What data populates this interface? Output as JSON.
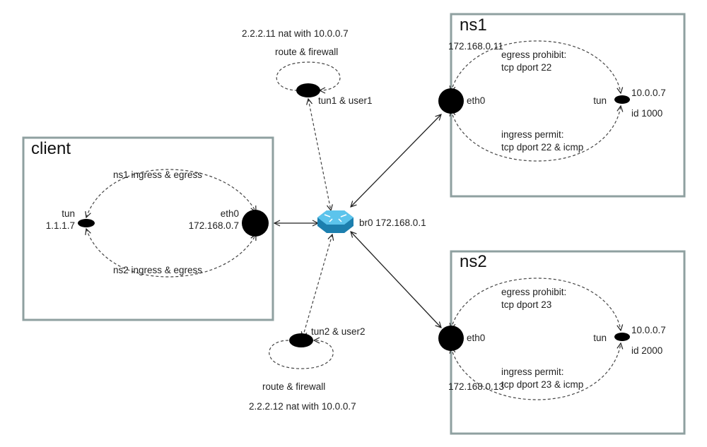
{
  "boxes": {
    "client": {
      "title": "client"
    },
    "ns1": {
      "title": "ns1"
    },
    "ns2": {
      "title": "ns2"
    }
  },
  "client": {
    "tun_label": "tun",
    "tun_ip": "1.1.1.7",
    "eth0_label": "eth0",
    "eth0_ip": "172.168.0.7",
    "loop_top": "ns1 ingress & egress",
    "loop_bottom": "ns2 ingress & egress"
  },
  "bridge": {
    "label": "br0 172.168.0.1"
  },
  "tun1": {
    "nat": "2.2.2.11 nat with 10.0.0.7",
    "route": "route & firewall",
    "name": "tun1 & user1"
  },
  "tun2": {
    "name": "tun2 & user2",
    "route": "route & firewall",
    "nat": "2.2.2.12 nat with 10.0.0.7"
  },
  "ns1": {
    "eth0_label": "eth0",
    "eth0_ip": "172.168.0.11",
    "egress_1": "egress prohibit:",
    "egress_2": "tcp dport 22",
    "ingress_1": "ingress permit:",
    "ingress_2": "tcp dport 22 & icmp",
    "tun_label": "tun",
    "tun_ip": "10.0.0.7",
    "tun_id": "id 1000"
  },
  "ns2": {
    "eth0_label": "eth0",
    "eth0_ip": "172.168.0.13",
    "egress_1": "egress prohibit:",
    "egress_2": "tcp dport 23",
    "ingress_1": "ingress permit:",
    "ingress_2": "tcp dport 23 & icmp",
    "tun_label": "tun",
    "tun_ip": "10.0.0.7",
    "tun_id": "id 2000"
  },
  "colors": {
    "box_border": "#8fa0a0",
    "router_fill": "#2a9fd0",
    "router_top": "#5cc4ec"
  },
  "icons": {
    "router": "router-icon"
  }
}
